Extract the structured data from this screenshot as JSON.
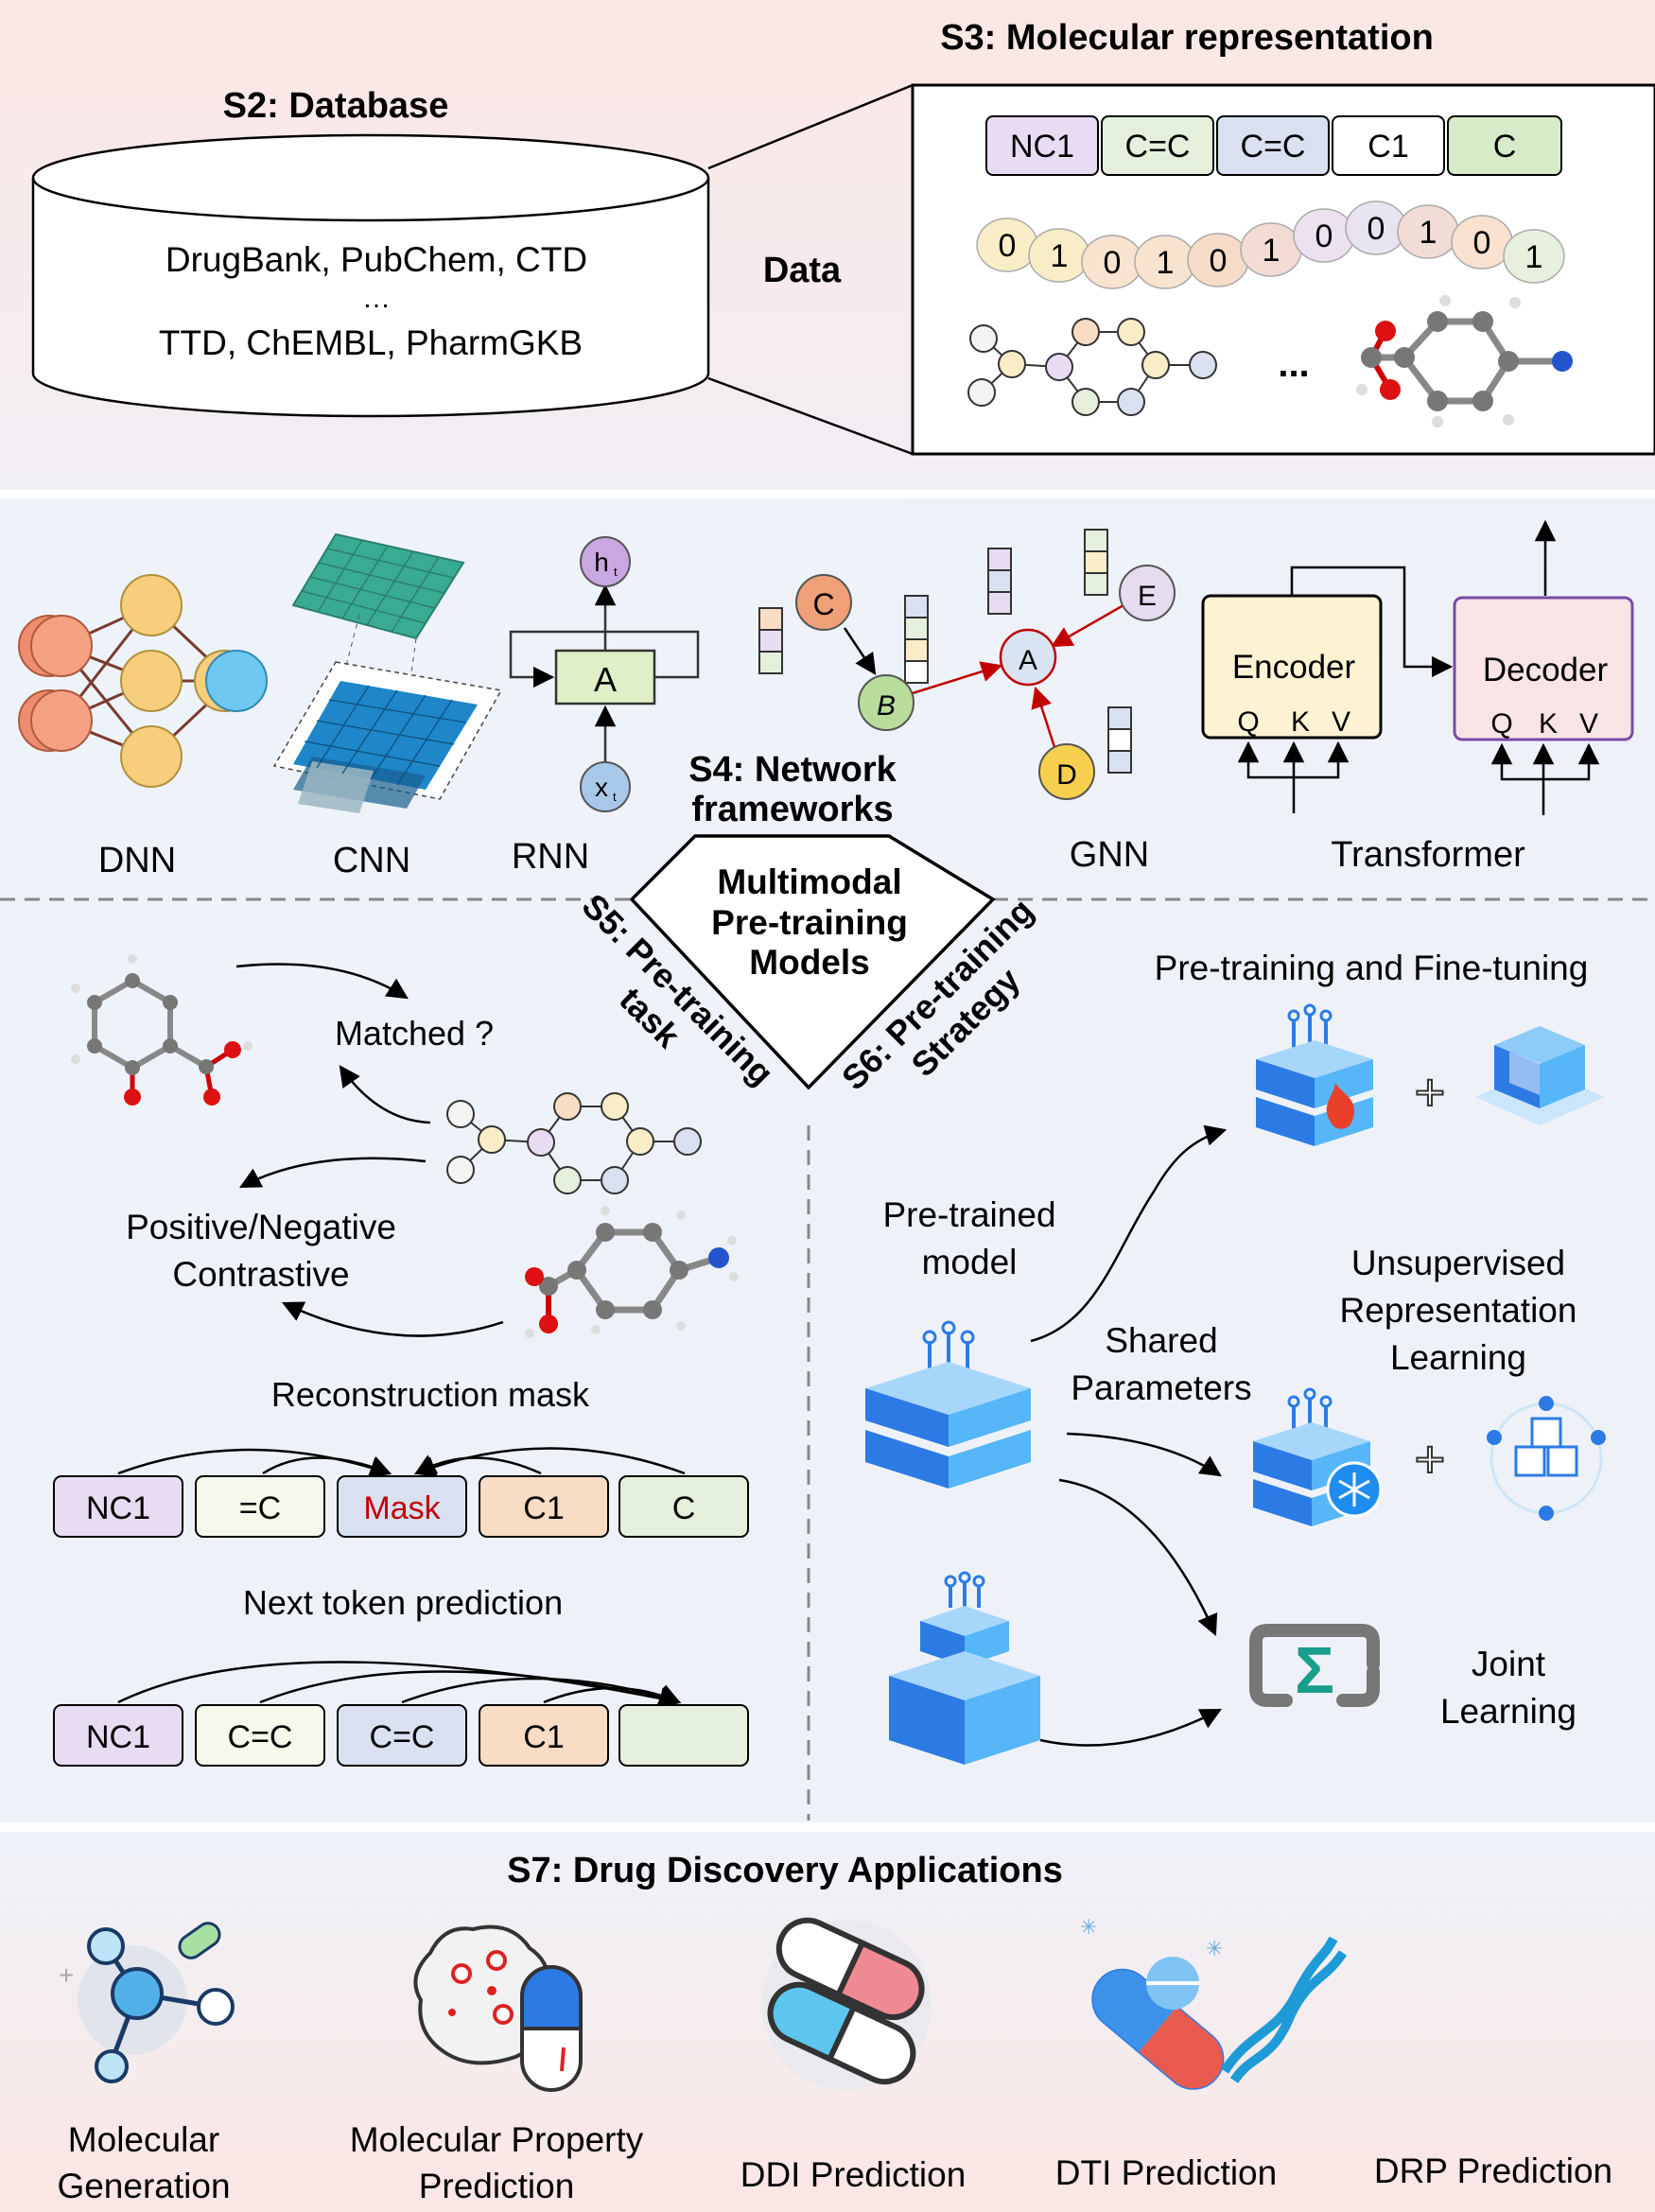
{
  "s2": {
    "title": "S2: Database",
    "line1": "DrugBank, PubChem, CTD",
    "ellipsis": "…",
    "line2": "TTD, ChEMBL, PharmGKB"
  },
  "data_label": "Data",
  "s3": {
    "title": "S3: Molecular representation",
    "tokens": [
      "NC1",
      "C=C",
      "C=C",
      "C1",
      "C"
    ],
    "bits": [
      "0",
      "1",
      "0",
      "1",
      "0",
      "1",
      "0",
      "0",
      "1",
      "0",
      "1"
    ],
    "ellipsis": "..."
  },
  "s4": {
    "title_line1": "S4: Network",
    "title_line2": "frameworks",
    "dnn": "DNN",
    "cnn": "CNN",
    "rnn": "RNN",
    "rnn_cell": "A",
    "rnn_out": "h",
    "rnn_out_sub": "t",
    "rnn_in": "x",
    "rnn_in_sub": "t",
    "gnn": "GNN",
    "gnn_nodes": [
      "C",
      "B",
      "A",
      "E",
      "D"
    ],
    "transformer": "Transformer",
    "encoder": "Encoder",
    "decoder": "Decoder",
    "qkv": [
      "Q",
      "K",
      "V"
    ]
  },
  "center": {
    "line1": "Multimodal",
    "line2": "Pre-training",
    "line3": "Models",
    "s5_line1": "S5: Pre-training",
    "s5_line2": "task",
    "s6_line1": "S6: Pre-training",
    "s6_line2": "Strategy"
  },
  "s5": {
    "matched": "Matched ?",
    "contrast_line1": "Positive/Negative",
    "contrast_line2": "Contrastive",
    "recon_title": "Reconstruction mask",
    "recon_tokens": [
      "NC1",
      "=C",
      "Mask",
      "C1",
      "C"
    ],
    "next_title": "Next token prediction",
    "next_tokens": [
      "NC1",
      "C=C",
      "C=C",
      "C1",
      ""
    ]
  },
  "s6": {
    "pft": "Pre-training and Fine-tuning",
    "pretrained_line1": "Pre-trained",
    "pretrained_line2": "model",
    "shared_line1": "Shared",
    "shared_line2": "Parameters",
    "unsup_line1": "Unsupervised",
    "unsup_line2": "Representation",
    "unsup_line3": "Learning",
    "joint_line1": "Joint",
    "joint_line2": "Learning",
    "plus": "+",
    "sigma": "Σ"
  },
  "s7": {
    "title": "S7: Drug Discovery Applications",
    "app1_line1": "Molecular",
    "app1_line2": "Generation",
    "app2_line1": "Molecular Property",
    "app2_line2": "Prediction",
    "app3": "DDI Prediction",
    "app4": "DTI Prediction",
    "app5": "DRP Prediction"
  },
  "colors": {
    "purple": "#e8dcf3",
    "green": "#e4f0dc",
    "blue": "#d9e0f0",
    "peach": "#f8dcc4",
    "red_arrow": "#c00000",
    "mask_red": "#c00000",
    "teal": "#3a9e92",
    "cube_blue": "#2c7be5"
  }
}
